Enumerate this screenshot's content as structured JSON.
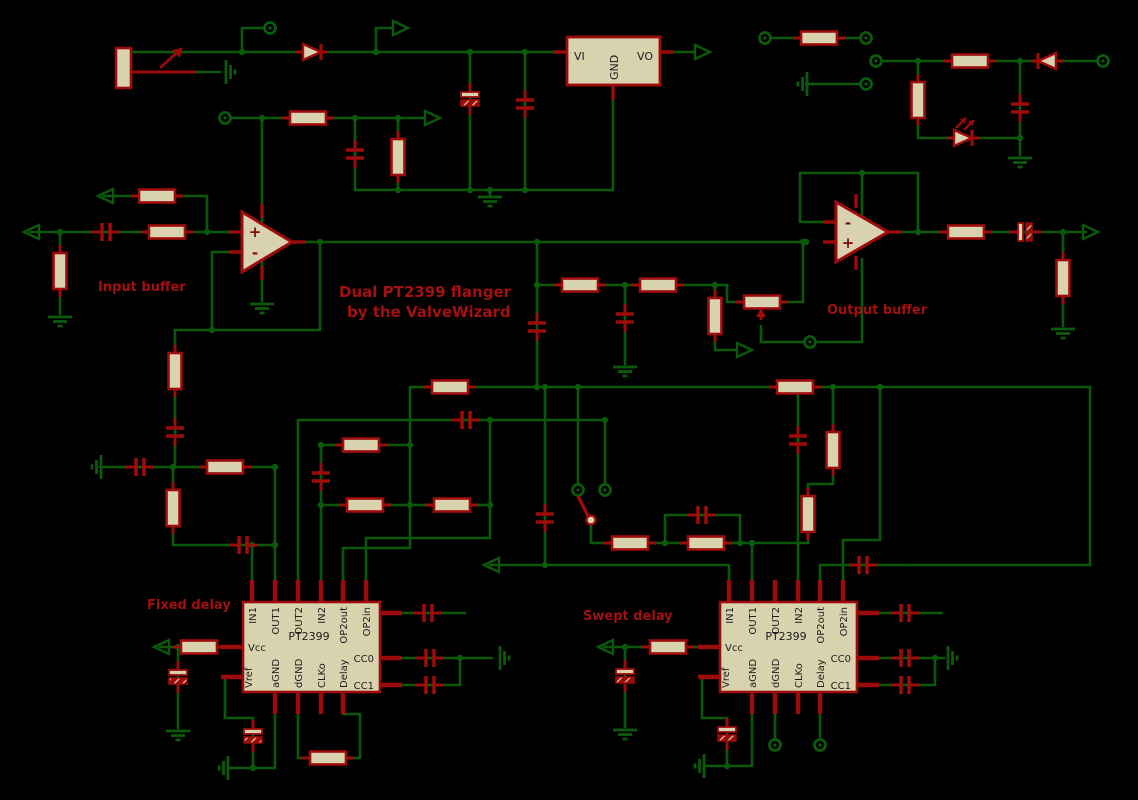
{
  "title": {
    "line1": "Dual PT2399 flanger",
    "line2": "by the ValveWizard"
  },
  "section_labels": {
    "input_buffer": "Input buffer",
    "output_buffer": "Output buffer",
    "fixed_delay": "Fixed delay",
    "swept_delay": "Swept delay"
  },
  "regulator": {
    "pin_vi": "VI",
    "pin_vo": "VO",
    "pin_gnd": "GND"
  },
  "opamps": {
    "plus": "+",
    "minus": "-"
  },
  "chips": [
    {
      "name": "PT2399",
      "pins_top": [
        "IN1",
        "OUT1",
        "OUT2",
        "IN2",
        "OP2out",
        "OP2in"
      ],
      "pins_bottom": [
        "aGND",
        "dGND",
        "CLKo",
        "Delay"
      ],
      "pins_left": [
        "Vcc",
        "Vref"
      ],
      "pins_right": [
        "CC0",
        "CC1"
      ]
    },
    {
      "name": "PT2399",
      "pins_top": [
        "IN1",
        "OUT1",
        "OUT2",
        "IN2",
        "OP2out",
        "OP2in"
      ],
      "pins_bottom": [
        "aGND",
        "dGND",
        "CLKo",
        "Delay"
      ],
      "pins_left": [
        "Vcc",
        "Vref"
      ],
      "pins_right": [
        "CC0",
        "CC1"
      ]
    }
  ],
  "colors": {
    "background": "#000000",
    "wire": "#0b5a0b",
    "component": "#9e0b0b",
    "fill": "#d8d3ae",
    "label_red": "#a31010",
    "pin_text": "#1c1c1c"
  }
}
